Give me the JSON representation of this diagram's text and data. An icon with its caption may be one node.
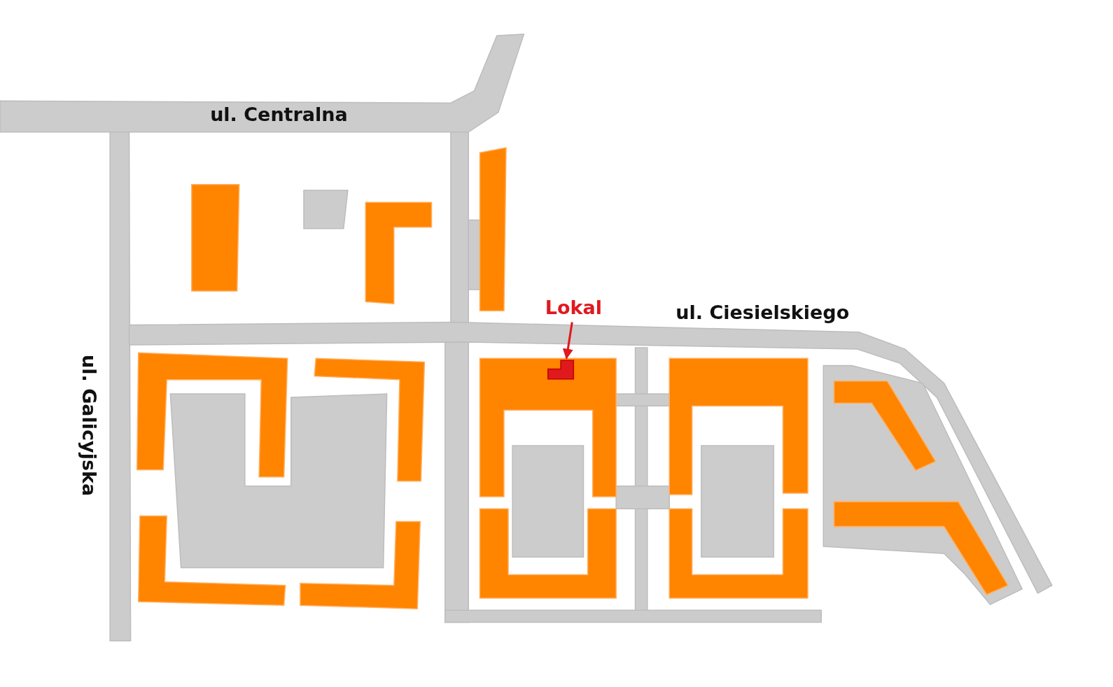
{
  "diagram": {
    "nodes": [
      {
        "text": [
          "Lokal"
        ]
      },
      {
        "text": [],
        "shape": "box"
      }
    ],
    "edges": [
      {
        "from": 0,
        "to": 1,
        "arrow": "to"
      }
    ],
    "labels": [
      "ul. Centralna",
      "ul. Ciesielskiego",
      "ul. Galicyjska"
    ]
  }
}
